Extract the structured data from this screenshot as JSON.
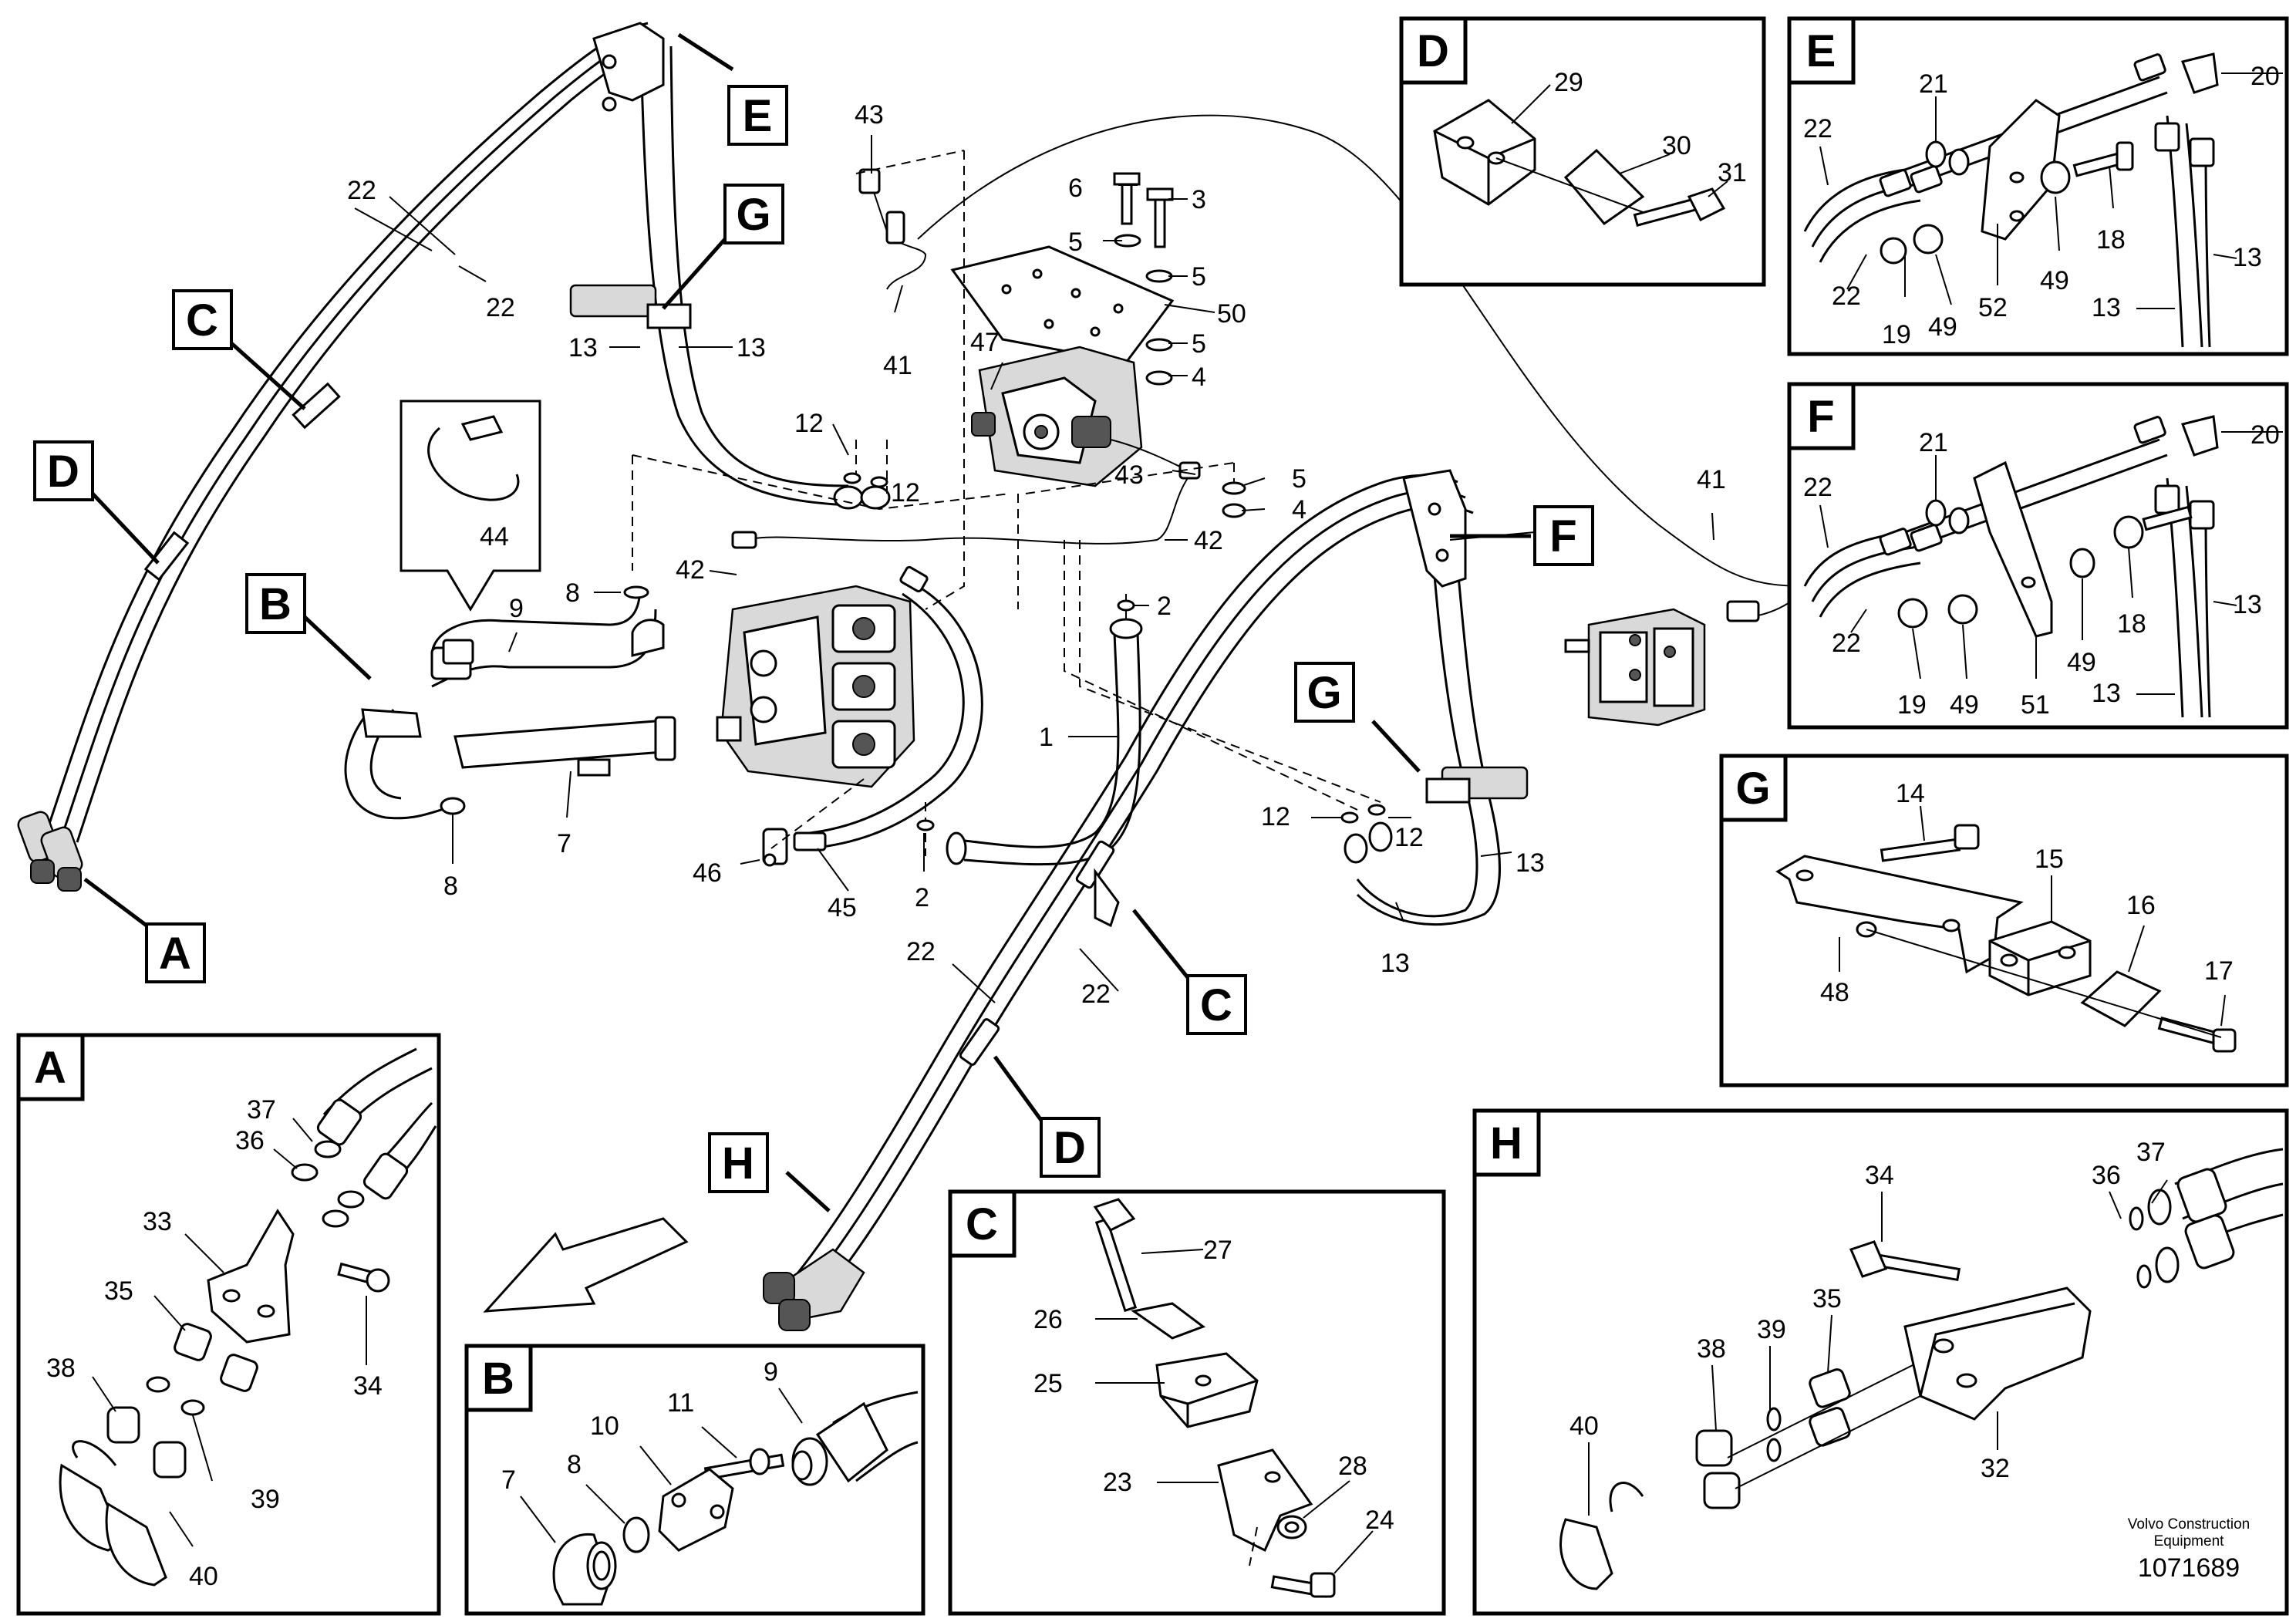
{
  "labels": {
    "p1": "1",
    "p2": "2",
    "p3": "3",
    "p4": "4",
    "p5": "5",
    "p6": "6",
    "p7": "7",
    "p8": "8",
    "p9": "9",
    "p10": "10",
    "p11": "11",
    "p12": "12",
    "p13": "13",
    "p14": "14",
    "p15": "15",
    "p16": "16",
    "p17": "17",
    "p18": "18",
    "p19": "19",
    "p20": "20",
    "p21": "21",
    "p22": "22",
    "p23": "23",
    "p24": "24",
    "p25": "25",
    "p26": "26",
    "p27": "27",
    "p28": "28",
    "p29": "29",
    "p30": "30",
    "p31": "31",
    "p32": "32",
    "p33": "33",
    "p34": "34",
    "p35": "35",
    "p36": "36",
    "p37": "37",
    "p38": "38",
    "p39": "39",
    "p40": "40",
    "p41": "41",
    "p42": "42",
    "p43": "43",
    "p44": "44",
    "p45": "45",
    "p46": "46",
    "p47": "47",
    "p48": "48",
    "p49": "49",
    "p50": "50",
    "p51": "51",
    "p52": "52"
  },
  "views": {
    "A": "A",
    "B": "B",
    "C": "C",
    "D": "D",
    "E": "E",
    "F": "F",
    "G": "G",
    "H": "H"
  },
  "footer": {
    "brand_line1": "Volvo Construction",
    "brand_line2": "Equipment",
    "doc_number": "1071689"
  }
}
